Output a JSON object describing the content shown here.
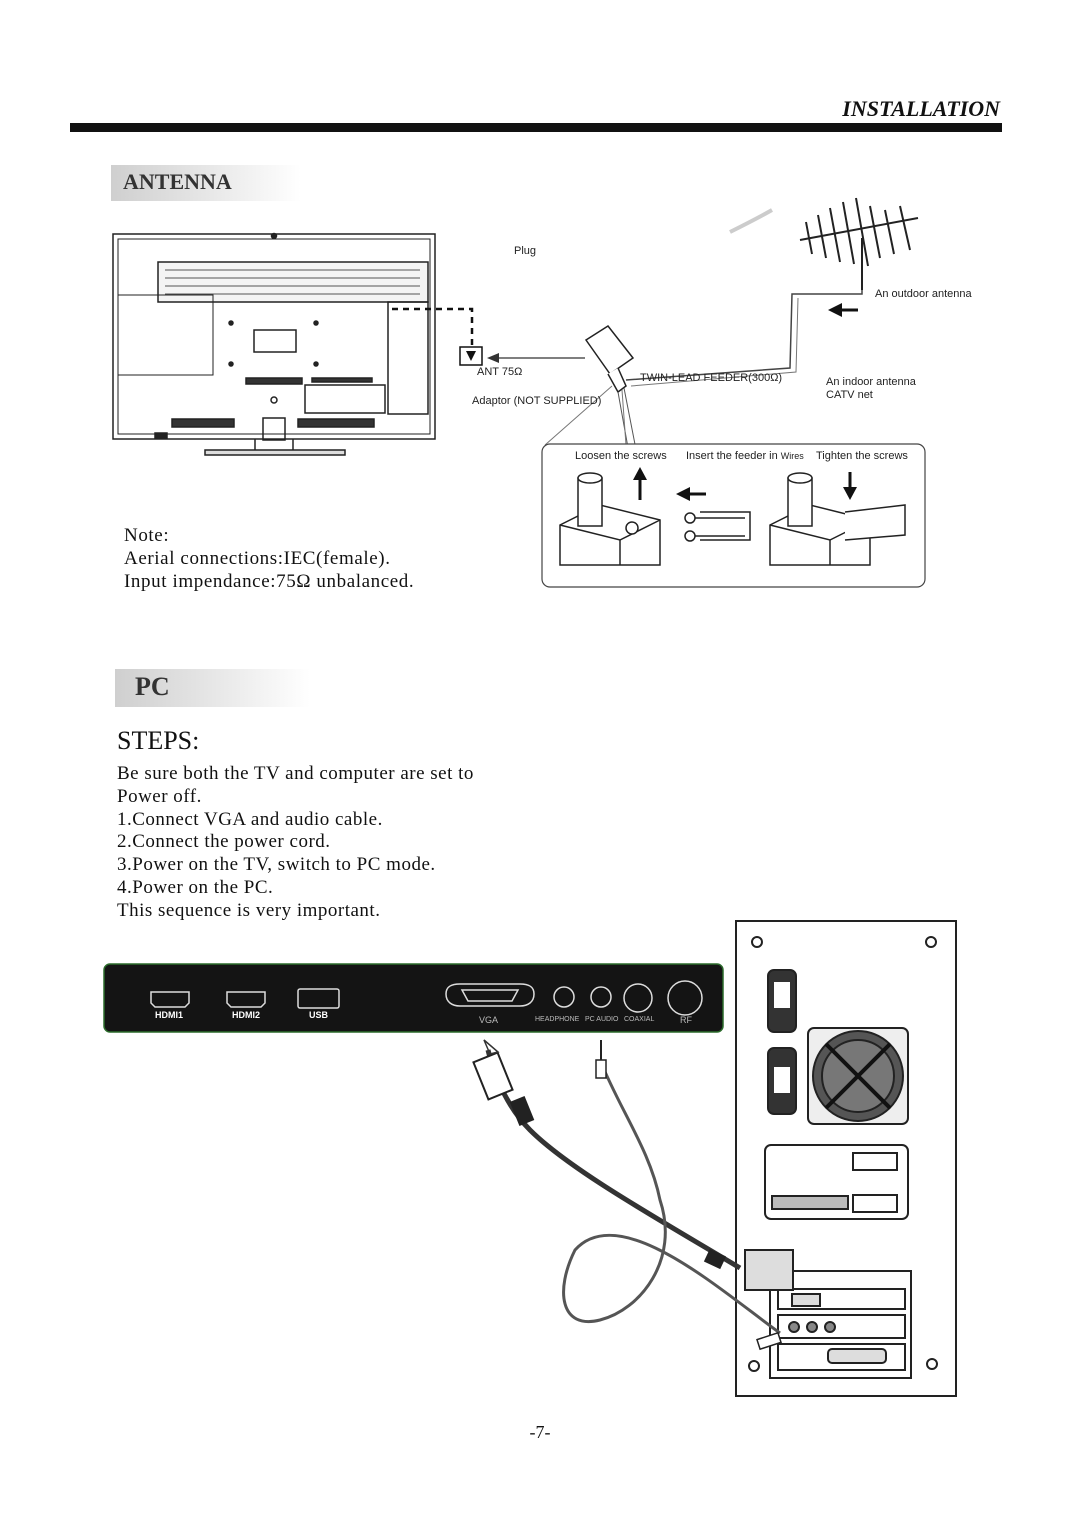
{
  "header": {
    "title": "INSTALLATION"
  },
  "antenna": {
    "heading": "ANTENNA",
    "labels": {
      "plug": "Plug",
      "outdoor": "An outdoor antenna",
      "ant": "ANT 75Ω",
      "feeder": "TWIN-LEAD FEEDER(300Ω)",
      "indoor_1": "An indoor antenna",
      "indoor_2": "CATV net",
      "adaptor": "Adaptor  (NOT SUPPLIED)",
      "loosen": "Loosen the screws",
      "insert_a": "Insert the feeder in",
      "insert_b": "Wires",
      "tighten": "Tighten the screws"
    },
    "note": {
      "title": "Note:",
      "line1": "Aerial connections:IEC(female).",
      "line2": "Input impendance:75Ω  unbalanced."
    }
  },
  "pc": {
    "heading": "PC",
    "steps_title": "STEPS:",
    "steps": [
      "Be sure both the TV and computer are set to",
      "Power off.",
      "1.Connect VGA  and audio cable.",
      "2.Connect the power cord.",
      "3.Power on the TV, switch  to PC mode.",
      "4.Power on the PC.",
      "This sequence is very important."
    ],
    "ports": {
      "hdmi1": "HDMI1",
      "hdmi2": "HDMI2",
      "usb": "USB",
      "vga": "VGA",
      "headphone": "HEADPHONE",
      "pc_audio": "PC AUDIO",
      "coaxial": "COAXIAL",
      "rf": "RF"
    }
  },
  "footer": {
    "page": "-7-"
  }
}
